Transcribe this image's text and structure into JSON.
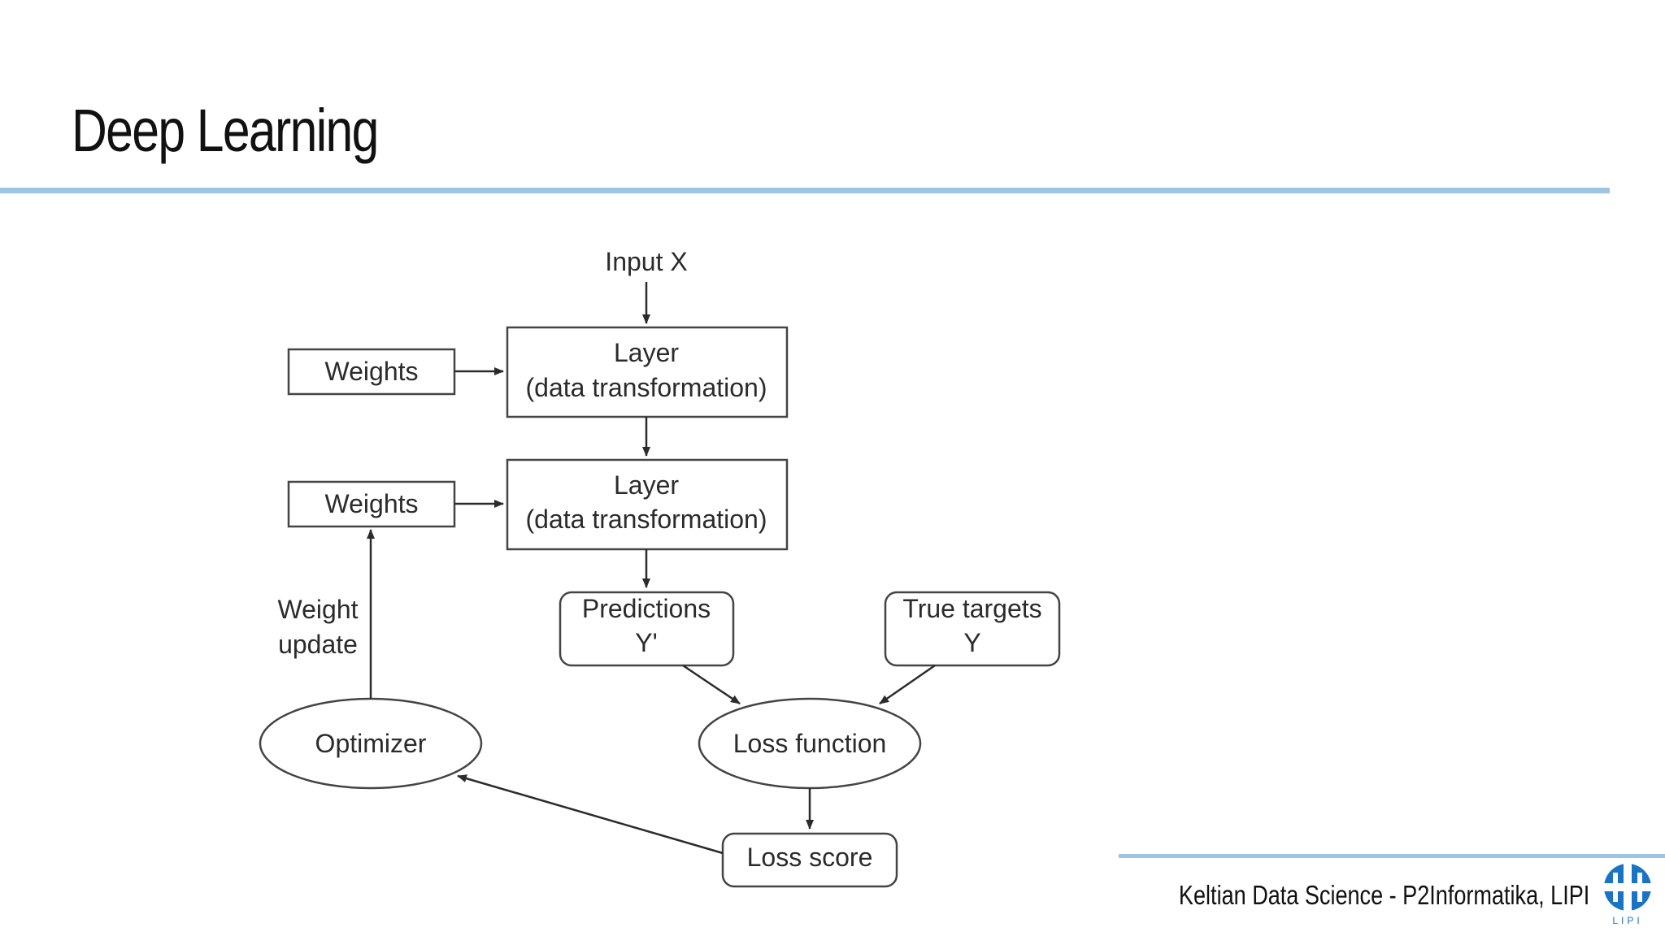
{
  "slide": {
    "title": "Deep Learning",
    "footer": "Keltian Data Science - P2Informatika, LIPI",
    "logo_text": "LIPI"
  },
  "diagram": {
    "input": "Input X",
    "weights_1": "Weights",
    "layer_1": {
      "line1": "Layer",
      "line2": "(data transformation)"
    },
    "weights_2": "Weights",
    "layer_2": {
      "line1": "Layer",
      "line2": "(data transformation)"
    },
    "predictions": {
      "line1": "Predictions",
      "line2": "Y'"
    },
    "true_targets": {
      "line1": "True targets",
      "line2": "Y"
    },
    "weight_update": {
      "line1": "Weight",
      "line2": "update"
    },
    "optimizer": "Optimizer",
    "loss_function": "Loss function",
    "loss_score": "Loss score"
  },
  "colors": {
    "accent_rule": "#9fc4e2",
    "logo_blue": "#1a73c4"
  }
}
